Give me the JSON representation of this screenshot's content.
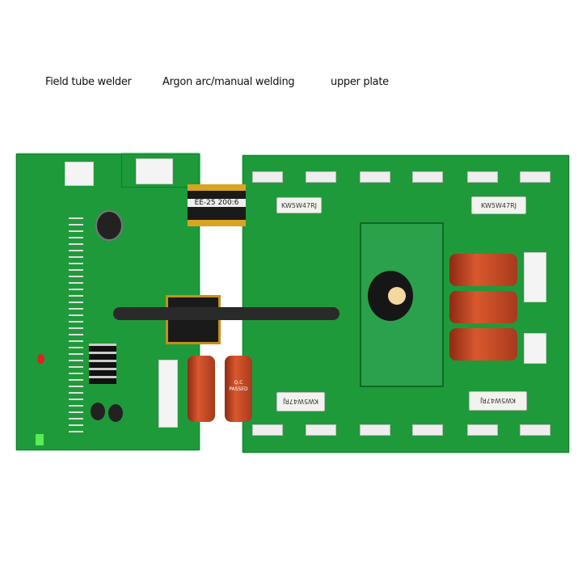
{
  "labels": [
    "Field tube welder",
    "Argon arc/manual welding",
    "upper plate"
  ],
  "board": {
    "transformer_marking": "EE-25 200:6",
    "resistor_marking": "KW5W47RJ",
    "capacitor_marking": "Q.C PASSED"
  },
  "colors": {
    "pcb": "#1f9a3a",
    "capacitor": "#c2452a",
    "background": "#ffffff"
  }
}
